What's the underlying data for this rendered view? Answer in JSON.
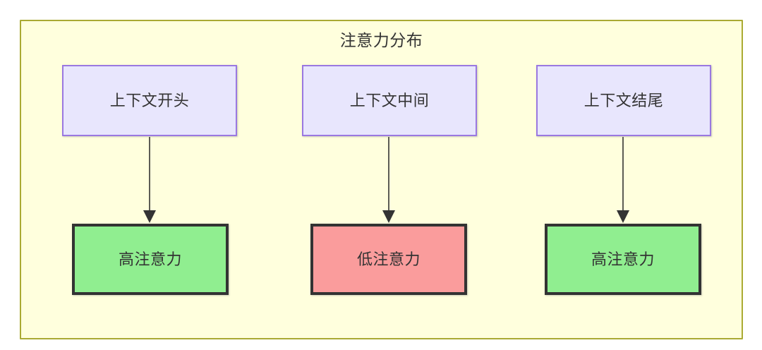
{
  "diagram": {
    "title": "注意力分布",
    "container": {
      "background_color": "#ffffdd",
      "border_color": "#aaaa33"
    },
    "palette": {
      "context_fill": "#e8e6fd",
      "context_border": "#9a78e0",
      "high_attention_fill": "#90ee90",
      "low_attention_fill": "#fa9c9c",
      "node_border_dark": "#333333",
      "edge_color": "#333333",
      "text_color": "#333333"
    },
    "columns": [
      {
        "context": {
          "label": "上下文开头"
        },
        "attention": {
          "label": "高注意力",
          "level": "high"
        }
      },
      {
        "context": {
          "label": "上下文中间"
        },
        "attention": {
          "label": "低注意力",
          "level": "low"
        }
      },
      {
        "context": {
          "label": "上下文结尾"
        },
        "attention": {
          "label": "高注意力",
          "level": "high"
        }
      }
    ],
    "edges": [
      {
        "from": "上下文开头",
        "to": "高注意力",
        "label": ""
      },
      {
        "from": "上下文中间",
        "to": "低注意力",
        "label": ""
      },
      {
        "from": "上下文结尾",
        "to": "高注意力",
        "label": ""
      }
    ]
  }
}
